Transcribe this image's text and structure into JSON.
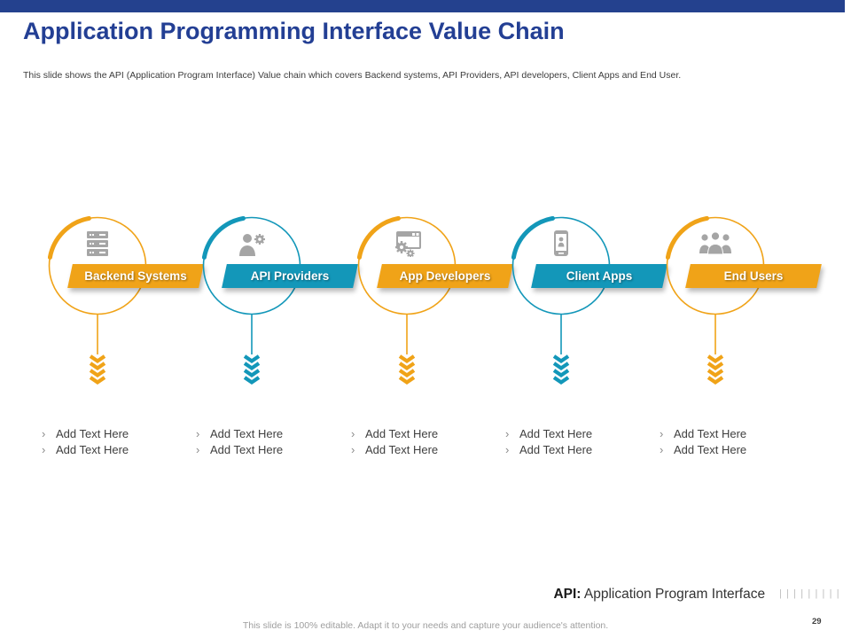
{
  "header": {
    "title": "Application Programming Interface Value Chain",
    "subtitle": "This slide shows the API (Application Program Interface) Value chain which covers Backend systems, API Providers, API developers, Client Apps and End User."
  },
  "ui": {
    "bullet_glyph": "›"
  },
  "colors": {
    "navy": "#24418E",
    "orange": "#F0A318",
    "teal": "#1397B9",
    "icon_gray": "#A5A5A5"
  },
  "stages": [
    {
      "label": "Backend Systems",
      "icon": "server-stack-icon",
      "color": "#F0A318",
      "bullets": [
        "Add Text Here",
        "Add Text Here"
      ]
    },
    {
      "label": "API Providers",
      "icon": "person-gear-icon",
      "color": "#1397B9",
      "bullets": [
        "Add Text Here",
        "Add Text Here"
      ]
    },
    {
      "label": "App Developers",
      "icon": "window-gears-icon",
      "color": "#F0A318",
      "bullets": [
        "Add Text Here",
        "Add Text Here"
      ]
    },
    {
      "label": "Client Apps",
      "icon": "smartphone-user-icon",
      "color": "#1397B9",
      "bullets": [
        "Add Text Here",
        "Add Text Here"
      ]
    },
    {
      "label": "End Users",
      "icon": "users-group-icon",
      "color": "#F0A318",
      "bullets": [
        "Add Text Here",
        "Add Text Here"
      ]
    }
  ],
  "footnote": {
    "api_label": "API:",
    "api_definition": "Application Program Interface",
    "tick_marks": "|||||||||"
  },
  "footer": {
    "note": "This slide is 100% editable. Adapt it to your needs and capture your audience's attention.",
    "page_number": "29"
  }
}
